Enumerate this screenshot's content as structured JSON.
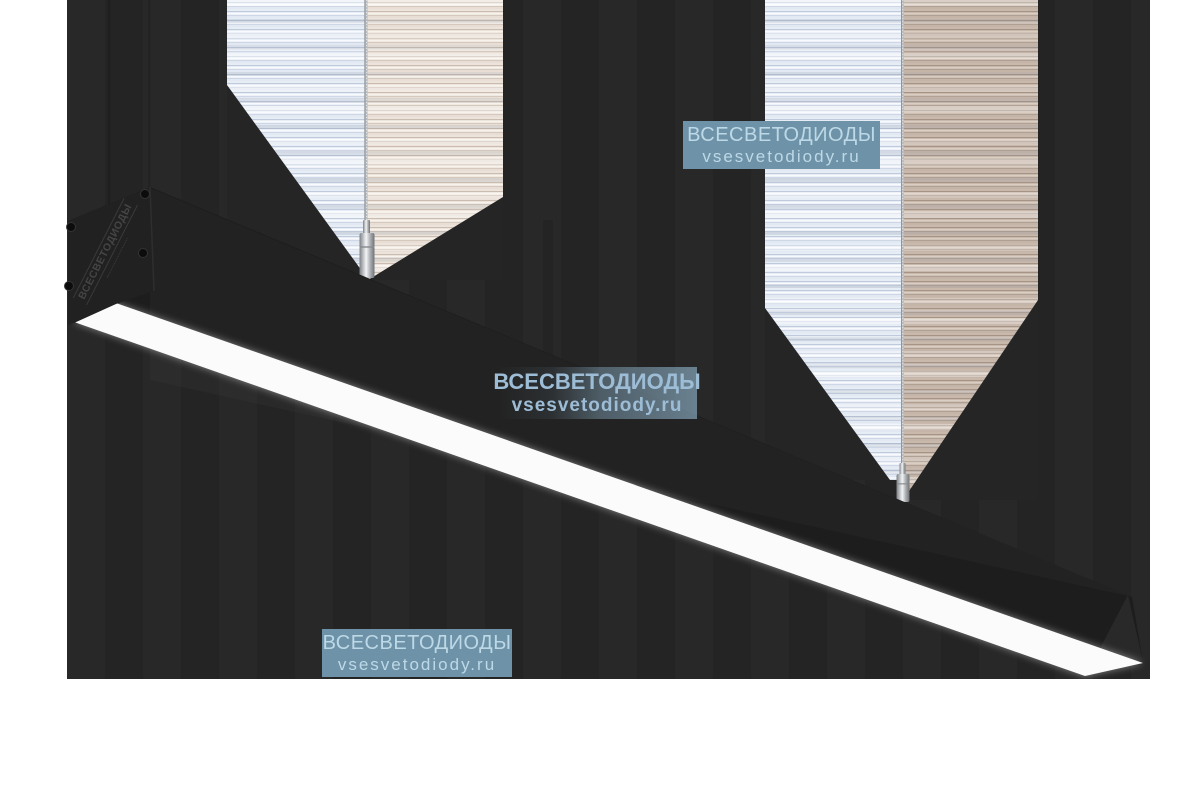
{
  "watermark": {
    "brand": "ВСЕСВЕТОДИОДЫ",
    "site": "vsesvetodiody.ru"
  },
  "endcap_engraving": {
    "text": "ВСЕСВЕТОДИОДЫ"
  },
  "colors": {
    "canvas_bg": "#ffffff",
    "photo_bg": "#252525",
    "fixture_black": "#1d1d1d",
    "endcap_black": "#212121",
    "diffuser_white": "#fbfbfb",
    "watermark_box": "#6e92a7",
    "watermark_text": "#bdd9e7",
    "watermark_text_mid": "#9dbdd6",
    "band_cool": "#e7edf5",
    "band_warm": "#ece3da",
    "band_warm_dark": "#c9b9ad",
    "cable_metal": "#b9bcc0"
  }
}
